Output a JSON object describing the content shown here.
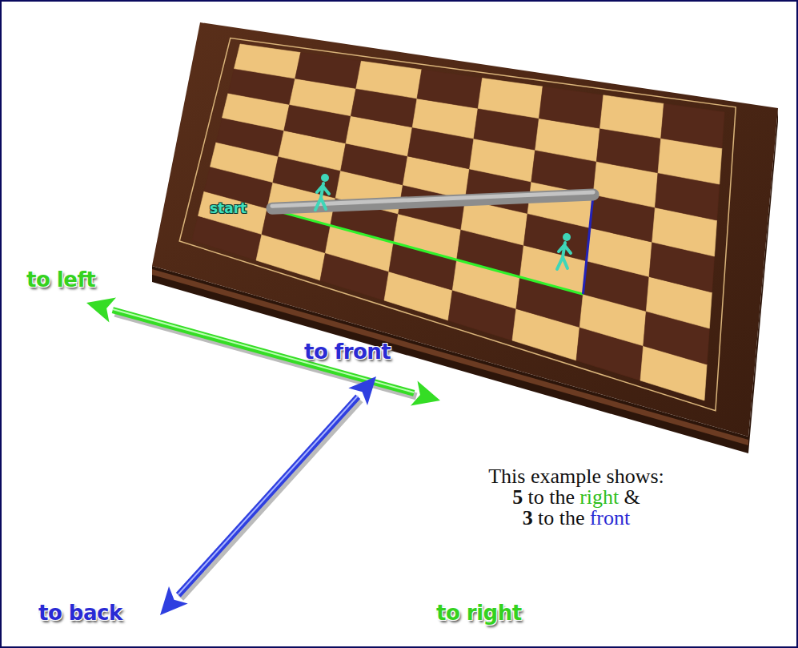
{
  "diagram": {
    "labels": [
      "start",
      "to left",
      "to front",
      "This example shows:",
      "5",
      "to the",
      "right",
      "&",
      "3",
      "to the",
      "front",
      "to back",
      "to right"
    ]
  }
}
